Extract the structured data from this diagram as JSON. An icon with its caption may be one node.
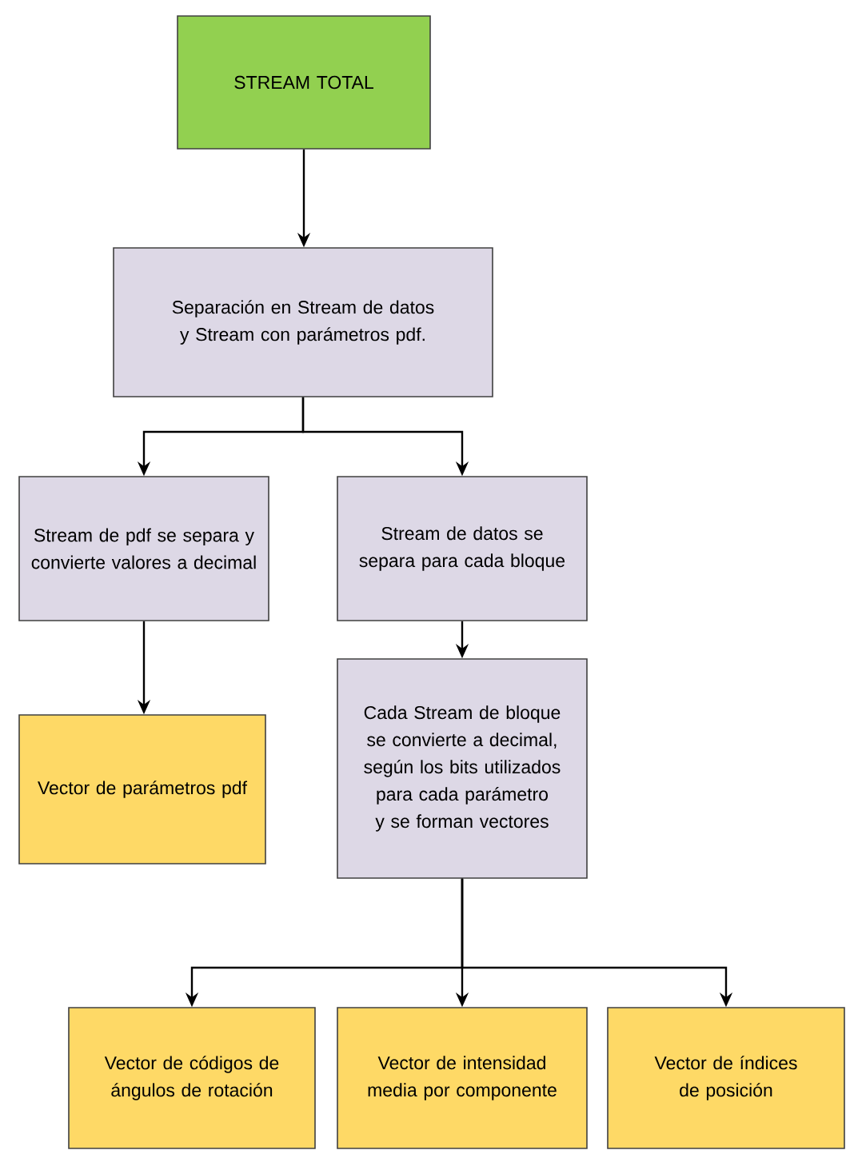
{
  "diagram": {
    "nodes": [
      {
        "text": [
          "STREAM TOTAL"
        ]
      },
      {
        "text": [
          "Separación en Stream de datos y Stream con parámetros pdf."
        ]
      },
      {
        "text": [
          "Stream de pdf se separa y convierte valores a decimal"
        ]
      },
      {
        "text": [
          "Stream de datos se separa para cada bloque"
        ]
      },
      {
        "text": [
          "Vector de parámetros pdf"
        ]
      },
      {
        "text": [
          "Cada Stream de bloque se convierte a decimal, según los bits utilizados para cada parámetro y se forman vectores"
        ]
      },
      {
        "text": [
          "Vector de códigos de ángulos de rotación"
        ]
      },
      {
        "text": [
          "Vector de intensidad media por componente"
        ]
      },
      {
        "text": [
          "Vector de índices de posición"
        ]
      }
    ],
    "edges": [
      {
        "from": 0,
        "to": 1,
        "arrow": "to"
      },
      {
        "from": 1,
        "to": 2,
        "arrow": "to"
      },
      {
        "from": 1,
        "to": 3,
        "arrow": "to"
      },
      {
        "from": 2,
        "to": 4,
        "arrow": "to"
      },
      {
        "from": 3,
        "to": 5,
        "arrow": "to"
      },
      {
        "from": 5,
        "to": 6,
        "arrow": "to"
      },
      {
        "from": 5,
        "to": 7,
        "arrow": "to"
      },
      {
        "from": 5,
        "to": 8,
        "arrow": "to"
      }
    ]
  }
}
